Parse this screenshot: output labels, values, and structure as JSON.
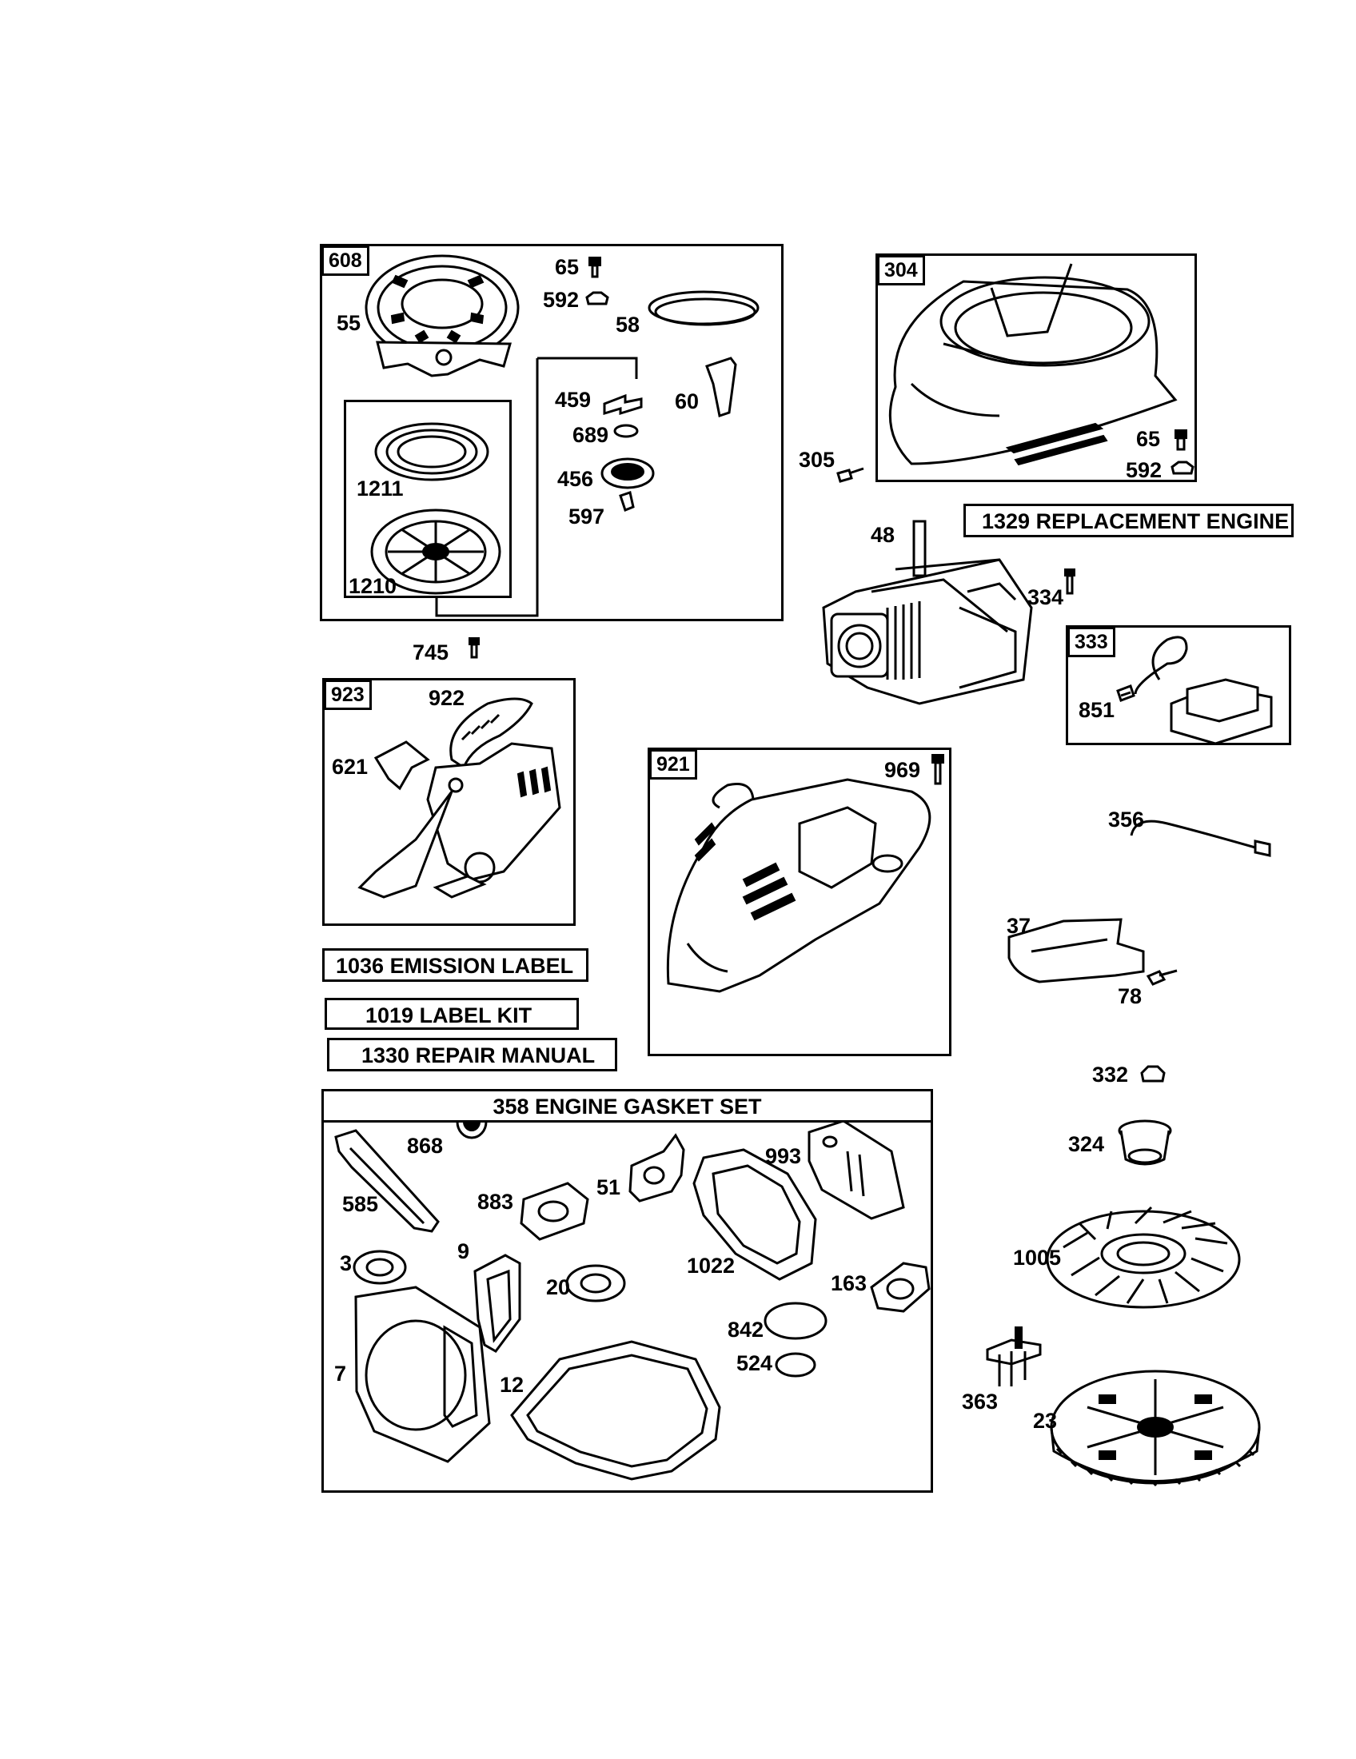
{
  "kits": {
    "recoil_starter": "608",
    "blower_housing": "304",
    "ignition_armature": "333",
    "governor_control": "923",
    "engine_cover": "921"
  },
  "banners": {
    "replacement_engine": "1329 REPLACEMENT ENGINE",
    "emission_label": "1036 EMISSION LABEL",
    "label_kit": "1019 LABEL KIT",
    "repair_manual": "1330 REPAIR MANUAL",
    "gasket_set": "358 ENGINE GASKET SET"
  },
  "part_numbers": {
    "p65a": "65",
    "p592a": "592",
    "p55": "55",
    "p58": "58",
    "p459": "459",
    "p60": "60",
    "p689": "689",
    "p456": "456",
    "p597": "597",
    "p1211": "1211",
    "p1210": "1210",
    "p745": "745",
    "p305": "305",
    "p65b": "65",
    "p592b": "592",
    "p48": "48",
    "p334": "334",
    "p851": "851",
    "p922": "922",
    "p621": "621",
    "p969": "969",
    "p356": "356",
    "p37": "37",
    "p78": "78",
    "p332": "332",
    "p324": "324",
    "p1005": "1005",
    "p363": "363",
    "p23": "23",
    "p868": "868",
    "p585": "585",
    "p883": "883",
    "p51": "51",
    "p993": "993",
    "p3": "3",
    "p9": "9",
    "p20": "20",
    "p1022": "1022",
    "p163": "163",
    "p842": "842",
    "p524": "524",
    "p7": "7",
    "p12": "12"
  }
}
